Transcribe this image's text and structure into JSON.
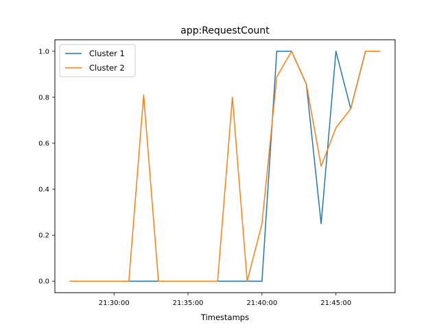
{
  "chart_data": {
    "type": "line",
    "title": "app:RequestCount",
    "xlabel": "Timestamps",
    "ylabel": "",
    "x": [
      "21:27:00",
      "21:28:00",
      "21:29:00",
      "21:30:00",
      "21:31:00",
      "21:32:00",
      "21:33:00",
      "21:34:00",
      "21:35:00",
      "21:36:00",
      "21:37:00",
      "21:38:00",
      "21:39:00",
      "21:40:00",
      "21:41:00",
      "21:42:00",
      "21:43:00",
      "21:44:00",
      "21:45:00",
      "21:46:00",
      "21:47:00",
      "21:48:00"
    ],
    "xticks": [
      "21:30:00",
      "21:35:00",
      "21:40:00",
      "21:45:00"
    ],
    "yticks": [
      "0.0",
      "0.2",
      "0.4",
      "0.6",
      "0.8",
      "1.0"
    ],
    "ylim": [
      -0.05,
      1.05
    ],
    "xlim": [
      "21:26:00",
      "21:49:00"
    ],
    "grid": false,
    "legend_position": "upper left",
    "series": [
      {
        "name": "Cluster 1",
        "color": "#1f77b4",
        "values": [
          0,
          0,
          0,
          0,
          0,
          0,
          0,
          0,
          0,
          0,
          0,
          0,
          0,
          0,
          1.0,
          1.0,
          0.857,
          0.25,
          1.0,
          0.75,
          1.0,
          1.0
        ]
      },
      {
        "name": "Cluster 2",
        "color": "#ff7f0e",
        "values": [
          0,
          0,
          0,
          0,
          0,
          0.81,
          0,
          0,
          0,
          0,
          0,
          0.8,
          0,
          0.25,
          0.889,
          1.0,
          0.857,
          0.5,
          0.667,
          0.75,
          1.0,
          1.0
        ]
      }
    ]
  }
}
